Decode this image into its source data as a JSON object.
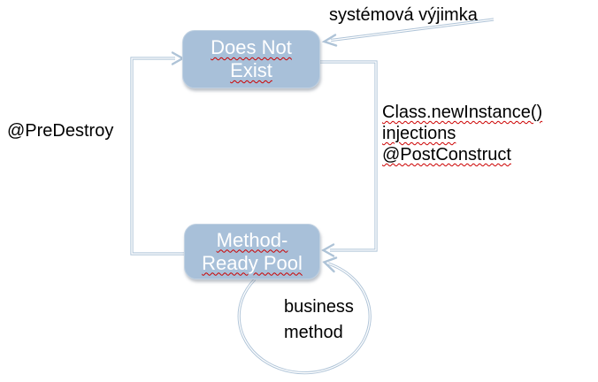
{
  "diagram_type": "state-lifecycle",
  "nodes": {
    "does_not_exist": {
      "line1": "Does Not",
      "line2": "Exist"
    },
    "method_ready_pool": {
      "line1": "Method-",
      "line2": "Ready Pool"
    }
  },
  "edges": {
    "system_exception": {
      "label": "systémová výjimka",
      "from": "outside",
      "to": "does_not_exist"
    },
    "pre_destroy": {
      "label": "@PreDestroy",
      "from": "method_ready_pool",
      "to": "does_not_exist"
    },
    "construct": {
      "line1": "Class.newInstance()",
      "line2": "injections",
      "line3": "@PostConstruct",
      "from": "does_not_exist",
      "to": "method_ready_pool"
    },
    "business_method": {
      "line1": "business",
      "line2": "method",
      "from": "method_ready_pool",
      "to": "method_ready_pool"
    }
  },
  "colors": {
    "node_fill": "#a8c0d9",
    "node_border": "#c0d1e2",
    "node_text": "#ffffff",
    "connector": "#aec3d7",
    "squiggle": "#cc0000",
    "label_text": "#000000",
    "background": "#ffffff"
  }
}
